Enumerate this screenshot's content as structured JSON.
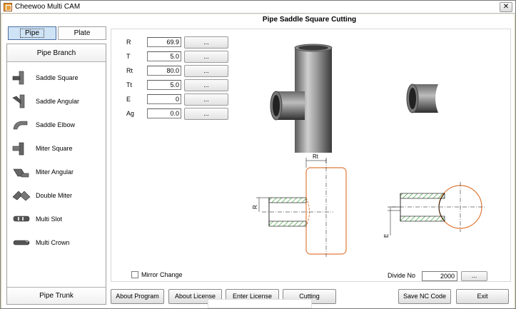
{
  "window": {
    "title": "Cheewoo Multi CAM",
    "close_glyph": "✕"
  },
  "tabs": [
    {
      "label": "Pipe",
      "active": true
    },
    {
      "label": "Plate",
      "active": false
    }
  ],
  "left_panel": {
    "header": "Pipe Branch",
    "footer": "Pipe Trunk",
    "items": [
      {
        "label": "Saddle Square",
        "icon": "saddle-square-icon"
      },
      {
        "label": "Saddle Angular",
        "icon": "saddle-angular-icon"
      },
      {
        "label": "Saddle Elbow",
        "icon": "saddle-elbow-icon"
      },
      {
        "label": "Miter Square",
        "icon": "miter-square-icon"
      },
      {
        "label": "Miter Angular",
        "icon": "miter-angular-icon"
      },
      {
        "label": "Double Miter",
        "icon": "double-miter-icon"
      },
      {
        "label": "Multi Slot",
        "icon": "multi-slot-icon"
      },
      {
        "label": "Multi Crown",
        "icon": "multi-crown-icon"
      }
    ]
  },
  "main": {
    "title": "Pipe  Saddle Square Cutting",
    "params": [
      {
        "label": "R",
        "value": "69.9",
        "button": "..."
      },
      {
        "label": "T",
        "value": "5.0",
        "button": "..."
      },
      {
        "label": "Rt",
        "value": "80.0",
        "button": "..."
      },
      {
        "label": "Tt",
        "value": "5.0",
        "button": "..."
      },
      {
        "label": "E",
        "value": "0",
        "button": "..."
      },
      {
        "label": "Ag",
        "value": "0.0",
        "button": "..."
      }
    ],
    "diagram_labels": {
      "rt": "Rt",
      "r": "R",
      "e": "E"
    },
    "mirror_label": "Mirror Change",
    "divide_label": "Divide No",
    "divide_value": "2000",
    "divide_button": "..."
  },
  "bottom_buttons": {
    "about_program": "About Program",
    "about_license": "About License",
    "enter_license": "Enter License",
    "cutting": "Cutting",
    "save_nc": "Save NC Code",
    "exit": "Exit"
  },
  "colors": {
    "accent": "#4a6ea0",
    "tab_active": "#cfe3f6",
    "hatch": "#2e9a2e",
    "trunk_outline": "#e07a3a"
  }
}
